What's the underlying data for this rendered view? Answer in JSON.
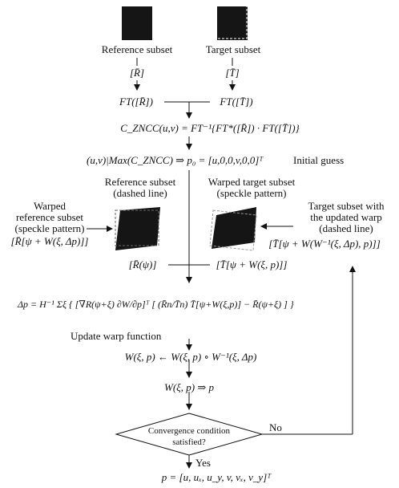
{
  "labels": {
    "reference_subset": "Reference subset",
    "target_subset": "Target subset",
    "ref_bracket": "[R̄]",
    "tgt_bracket": "[T̄]",
    "ft_ref": "FT([R̄])",
    "ft_tgt": "FT([T̄])",
    "zncc_eq": "C_ZNCC(u,v) = FT⁻¹{FT*([R̄]) · FT([T̄])}",
    "initial_guess_eq": "(u,v)|Max(C_ZNCC) ⇒ p₀ = [u,0,0,v,0,0]ᵀ",
    "initial_guess": "Initial guess",
    "ref_dashed_1": "Reference subset",
    "ref_dashed_2": "(dashed line)",
    "warped_target_1": "Warped target subset",
    "warped_target_2": "(speckle pattern)",
    "warped_ref_1": "Warped",
    "warped_ref_2": "reference subset",
    "warped_ref_3": "(speckle pattern)",
    "warped_ref_eq": "[R̄[ψ + W(ξ, Δp)]]",
    "target_updated_1": "Target subset with",
    "target_updated_2": "the updated warp",
    "target_updated_3": "(dashed line)",
    "target_updated_eq": "[T̄[ψ + W(W⁻¹(ξ, Δp), p)]]",
    "r_psi": "[R̄(ψ)]",
    "t_psi": "[T̄[ψ + W(ξ, p)]]",
    "delta_p_eq": "Δp = H⁻¹ Σξ { [∇R(ψ+ξ) ∂W/∂p]ᵀ [ (R̄n/T̄n) T̄[ψ+W(ξ,p)] − R̄(ψ+ξ) ] }",
    "update_warp": "Update warp function",
    "warp_update_eq": "W(ξ, p) ← W(ξ, p) ∘ W⁻¹(ξ, Δp)",
    "warp_to_p": "W(ξ, p) ⇒ p",
    "convergence_1": "Convergence condition",
    "convergence_2": "satisfied?",
    "no": "No",
    "yes": "Yes",
    "final_p": "p = [u, uₓ, u_y, v, vₓ, v_y]ᵀ"
  }
}
